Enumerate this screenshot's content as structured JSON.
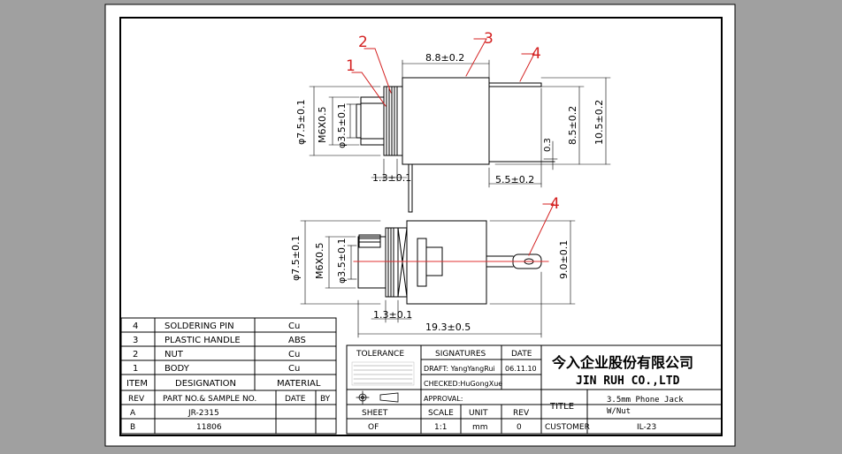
{
  "colors": {
    "background": "#a0a0a0",
    "paper": "#ffffff",
    "line": "#000000",
    "callout": "#d42020",
    "centerline": "#e03030",
    "grey": "#888888"
  },
  "callouts": [
    "1",
    "2",
    "3",
    "4",
    "4"
  ],
  "dimensions": {
    "top_width": "8.8±0.2",
    "top_outer_dia": "φ7.5±0.1",
    "top_thread": "M6X0.5",
    "top_inner_dia": "φ3.5±0.1",
    "top_small_gap": "1.3±0.1",
    "top_pin_offset": "5.5±0.2",
    "top_small": "0.3",
    "top_body_height": "8.5±0.2",
    "top_total_height": "10.5±0.2",
    "bottom_outer_dia": "φ7.5±0.1",
    "bottom_thread": "M6X0.5",
    "bottom_inner_dia": "φ3.5±0.1",
    "bottom_width": "9.0±0.1",
    "bottom_small_gap": "1.3±0.1",
    "bottom_total_length": "19.3±0.5"
  },
  "bom": {
    "rows": [
      {
        "item": "4",
        "designation": "SOLDERING PIN",
        "material": "Cu"
      },
      {
        "item": "3",
        "designation": "PLASTIC HANDLE",
        "material": "ABS"
      },
      {
        "item": "2",
        "designation": "NUT",
        "material": "Cu"
      },
      {
        "item": "1",
        "designation": "BODY",
        "material": "Cu"
      }
    ],
    "header": {
      "item": "ITEM",
      "designation": "DESIGNATION",
      "material": "MATERIAL"
    }
  },
  "revisions": {
    "header": {
      "rev": "REV",
      "part": "PART NO.& SAMPLE NO.",
      "date": "DATE",
      "by": "BY"
    },
    "rows": [
      {
        "rev": "A",
        "part": "JR-2315"
      },
      {
        "rev": "B",
        "part": "11806"
      }
    ]
  },
  "title_block": {
    "tolerance_label": "TOLERANCE",
    "signatures_label": "SIGNATURES",
    "date_label": "DATE",
    "draft": "DRAFT: YangYangRui",
    "draft_date": "06.11.10",
    "checked": "CHECKED:HuGongXue",
    "approval": "APPROVAL:",
    "company_cn": "今入企业股份有限公司",
    "company_en": "JIN  RUH  CO.,LTD",
    "sheet_label": "SHEET",
    "scale_label": "SCALE",
    "unit_label": "UNIT",
    "rev_label": "REV",
    "sheet_value": "OF",
    "scale_value": "1:1",
    "unit_value": "mm",
    "rev_value": "0",
    "title_label": "TITLE",
    "title_line1": "3.5mm  Phone  Jack",
    "title_line2": "W/Nut",
    "customer_label": "CUSTOMER",
    "customer_value": "IL-23"
  }
}
